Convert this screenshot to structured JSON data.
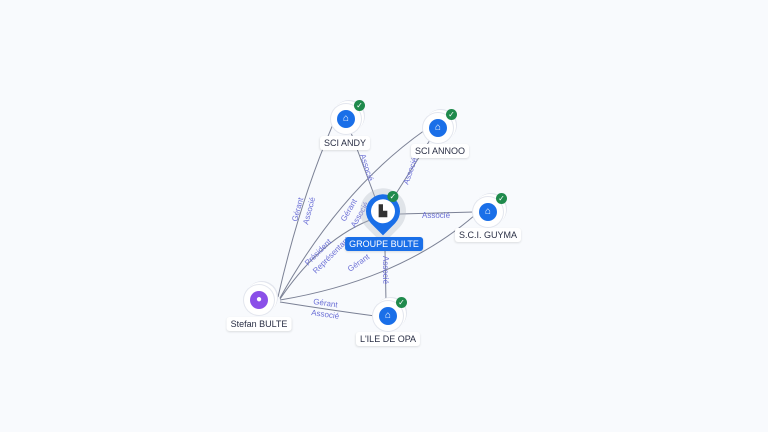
{
  "nodes": {
    "groupe_bulte": {
      "label": "GROUPE BULTE",
      "icon": "building-icon"
    },
    "sci_andy": {
      "label": "SCI ANDY",
      "icon": "building-icon"
    },
    "sci_annoo": {
      "label": "SCI ANNOO",
      "icon": "building-icon"
    },
    "sci_guyma": {
      "label": "S.C.I. GUYMA",
      "icon": "building-icon"
    },
    "lile_de_opa": {
      "label": "L'ILE DE OPA",
      "icon": "building-icon"
    },
    "stefan_bulte": {
      "label": "Stefan BULTE",
      "icon": "person-icon"
    }
  },
  "edges": {
    "stefan_andy": [
      "Gérant",
      "Associé"
    ],
    "stefan_annoo": [
      "Gérant",
      "Associé"
    ],
    "stefan_groupe": [
      "Président",
      "Représentant"
    ],
    "stefan_guyma": [
      "Gérant"
    ],
    "stefan_opa": [
      "Gérant",
      "Associé"
    ],
    "groupe_andy": [
      "Associé"
    ],
    "groupe_annoo": [
      "Associé"
    ],
    "groupe_guyma": [
      "Associé"
    ],
    "groupe_opa": [
      "Associé"
    ]
  },
  "colors": {
    "company": "#1a6fe8",
    "person": "#8a4fe8",
    "verified": "#1f8a4c",
    "edge_label": "#6b6fd6"
  }
}
